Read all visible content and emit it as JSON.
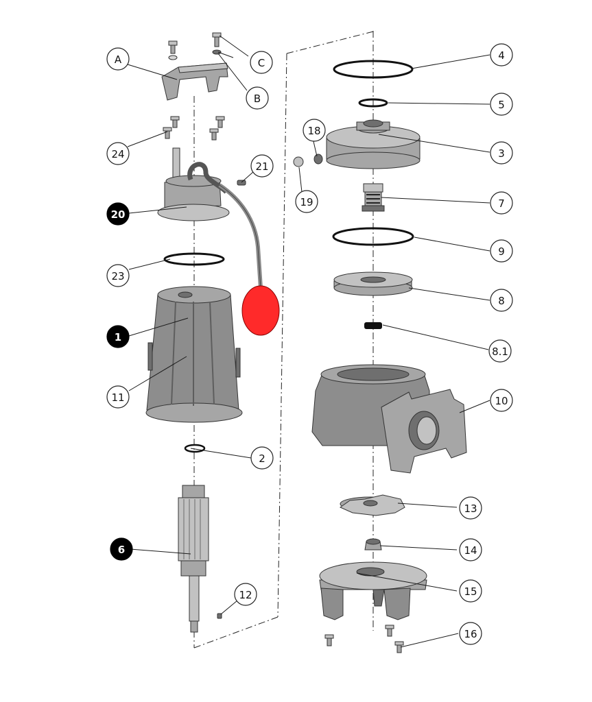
{
  "callouts": [
    {
      "id": "A",
      "filled": false
    },
    {
      "id": "B",
      "filled": false
    },
    {
      "id": "C",
      "filled": false
    },
    {
      "id": "24",
      "filled": false
    },
    {
      "id": "21",
      "filled": false
    },
    {
      "id": "20",
      "filled": true
    },
    {
      "id": "23",
      "filled": false
    },
    {
      "id": "1",
      "filled": true
    },
    {
      "id": "11",
      "filled": false
    },
    {
      "id": "2",
      "filled": false
    },
    {
      "id": "6",
      "filled": true
    },
    {
      "id": "12",
      "filled": false
    },
    {
      "id": "18",
      "filled": false
    },
    {
      "id": "19",
      "filled": false
    },
    {
      "id": "4",
      "filled": false
    },
    {
      "id": "5",
      "filled": false
    },
    {
      "id": "3",
      "filled": false
    },
    {
      "id": "7",
      "filled": false
    },
    {
      "id": "9",
      "filled": false
    },
    {
      "id": "8",
      "filled": false
    },
    {
      "id": "8.1",
      "filled": false
    },
    {
      "id": "10",
      "filled": false
    },
    {
      "id": "13",
      "filled": false
    },
    {
      "id": "14",
      "filled": false
    },
    {
      "id": "15",
      "filled": false
    },
    {
      "id": "16",
      "filled": false
    }
  ],
  "colors": {
    "float_switch": "#ff2a2a",
    "metal": "#8d8d8d",
    "outline": "#333333"
  }
}
